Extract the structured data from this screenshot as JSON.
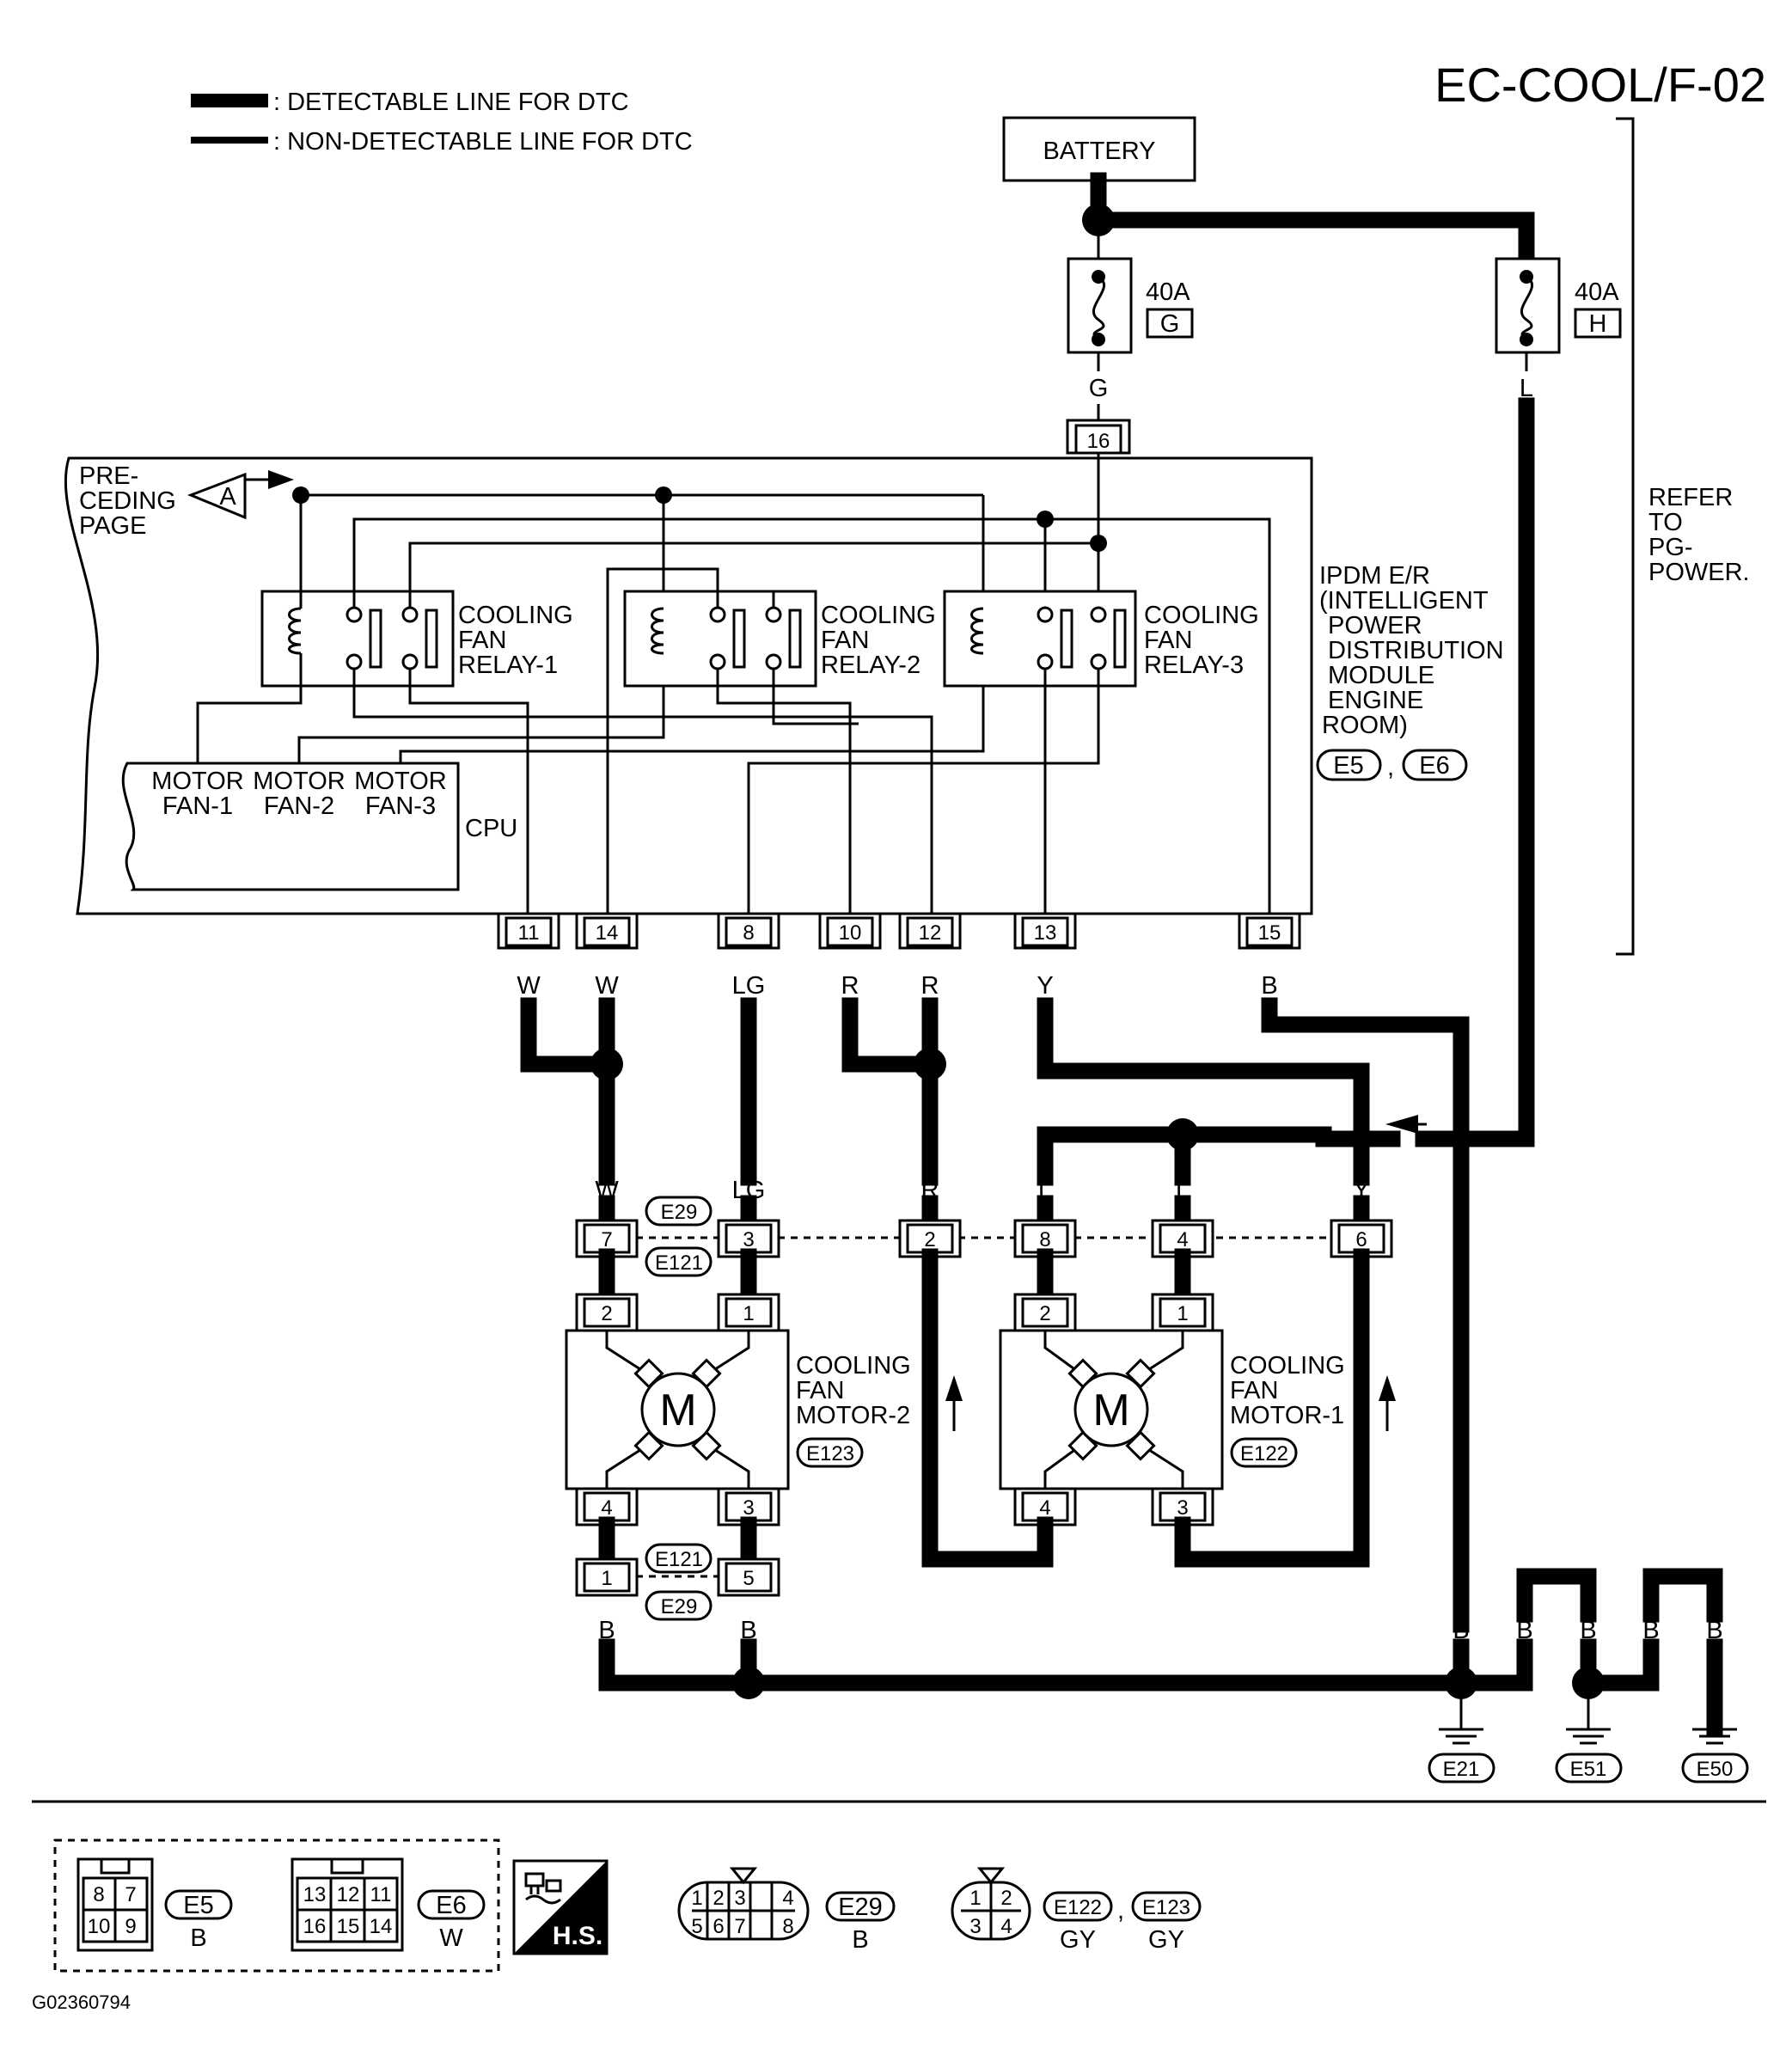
{
  "title": "EC-COOL/F-02",
  "figure_id": "G02360794",
  "legend": {
    "detectable": ": DETECTABLE LINE FOR DTC",
    "non_detectable": ": NON-DETECTABLE LINE FOR DTC"
  },
  "battery": "BATTERY",
  "fuses": [
    {
      "amp": "40A",
      "id": "G",
      "wire": "G"
    },
    {
      "amp": "40A",
      "id": "H",
      "wire": "L"
    }
  ],
  "refer": [
    "REFER",
    "TO",
    "PG-",
    "POWER."
  ],
  "preceding": [
    "PRE-",
    "CEDING",
    "PAGE"
  ],
  "connector_a": "A",
  "ipdm": {
    "label": [
      "IPDM E/R",
      "(INTELLIGENT",
      "POWER",
      "DISTRIBUTION",
      "MODULE",
      "ENGINE",
      "ROOM)"
    ],
    "connectors": [
      "E5",
      "E6"
    ],
    "sep": ","
  },
  "relays": [
    [
      "COOLING",
      "FAN",
      "RELAY-1"
    ],
    [
      "COOLING",
      "FAN",
      "RELAY-2"
    ],
    [
      "COOLING",
      "FAN",
      "RELAY-3"
    ]
  ],
  "cpu": {
    "label": "CPU",
    "motor_words": [
      "MOTOR",
      "MOTOR",
      "MOTOR"
    ],
    "fan_words": [
      "FAN-1",
      "FAN-2",
      "FAN-3"
    ]
  },
  "ipdm_pins": [
    {
      "pin": "16",
      "wire": "G"
    },
    {
      "pin": "11",
      "wire": "W"
    },
    {
      "pin": "14",
      "wire": "W"
    },
    {
      "pin": "8",
      "wire": "LG"
    },
    {
      "pin": "10",
      "wire": "R"
    },
    {
      "pin": "12",
      "wire": "R"
    },
    {
      "pin": "13",
      "wire": "Y"
    },
    {
      "pin": "15",
      "wire": "B"
    }
  ],
  "mid_wires": [
    "W",
    "LG",
    "R",
    "L",
    "L",
    "Y"
  ],
  "harness_connector": {
    "upper": [
      "E29",
      "E121"
    ],
    "lower": [
      "E121",
      "E29"
    ],
    "pins": [
      "7",
      "3",
      "2",
      "8",
      "4",
      "6"
    ],
    "bottom_pins": [
      "1",
      "5"
    ]
  },
  "motors": [
    {
      "label": [
        "COOLING",
        "FAN",
        "MOTOR-2"
      ],
      "conn": "E123",
      "top_pins": [
        "2",
        "1"
      ],
      "bottom_pins": [
        "4",
        "3"
      ],
      "symbol": "M"
    },
    {
      "label": [
        "COOLING",
        "FAN",
        "MOTOR-1"
      ],
      "conn": "E122",
      "top_pins": [
        "2",
        "1"
      ],
      "bottom_pins": [
        "4",
        "3"
      ],
      "symbol": "M"
    }
  ],
  "ground_wires": [
    "B",
    "B",
    "B",
    "B",
    "B",
    "B",
    "B"
  ],
  "grounds": [
    "E21",
    "E51",
    "E50"
  ],
  "connector_views": {
    "e5_pins": [
      "8",
      "7",
      "10",
      "9"
    ],
    "e5": "E5",
    "e5_color": "B",
    "e6_pins": [
      "13",
      "12",
      "11",
      "16",
      "15",
      "14"
    ],
    "e6": "E6",
    "e6_color": "W",
    "hs": "H.S.",
    "e29_pins": [
      "1",
      "2",
      "3",
      "4",
      "5",
      "6",
      "7",
      "8"
    ],
    "e29": "E29",
    "e29_color": "B",
    "e122_pins": [
      "1",
      "2",
      "3",
      "4"
    ],
    "e122": "E122",
    "e122_color": "GY",
    "e123": "E123",
    "e123_color": "GY",
    "sep": ","
  }
}
